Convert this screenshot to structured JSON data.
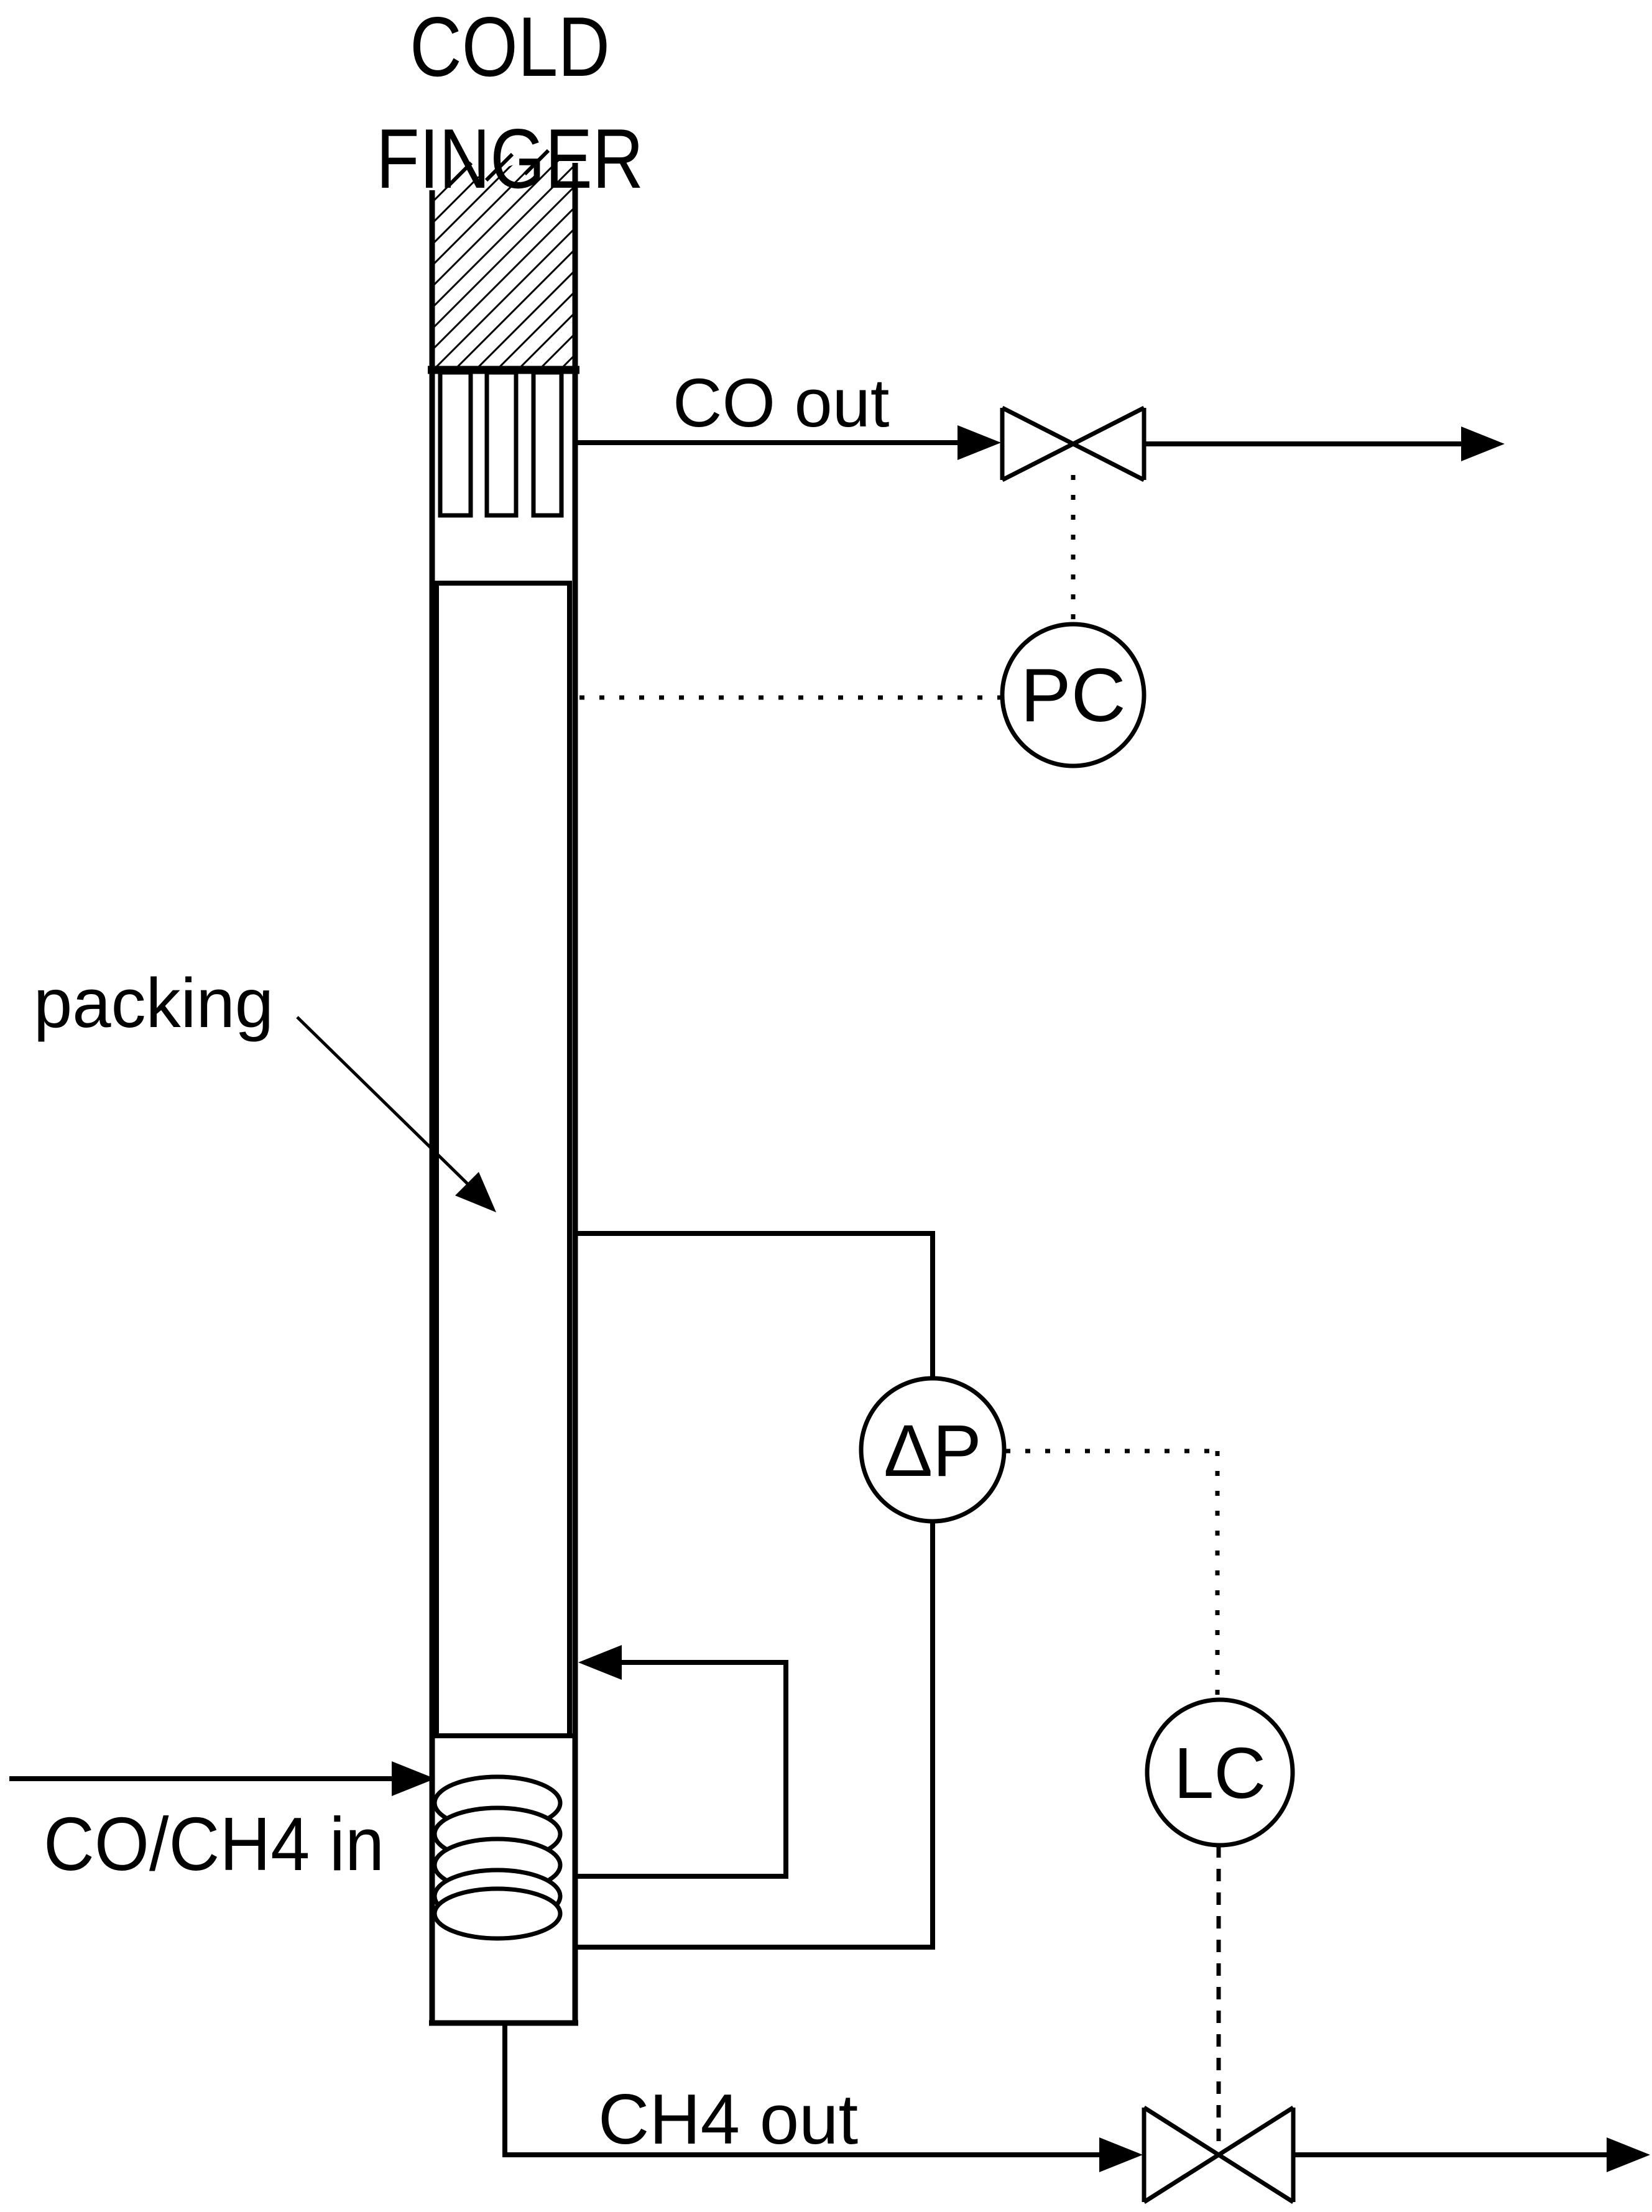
{
  "title": {
    "line1": "COLD",
    "line2": "FINGER"
  },
  "labels": {
    "packing": "packing",
    "co_out": "CO out",
    "co_ch4_in": "CO/CH4 in",
    "ch4_out": "CH4 out"
  },
  "instruments": {
    "pressure_controller": "PC",
    "differential_pressure": "ΔP",
    "level_controller": "LC"
  },
  "colors": {
    "line": "#000000",
    "background": "#ffffff"
  }
}
